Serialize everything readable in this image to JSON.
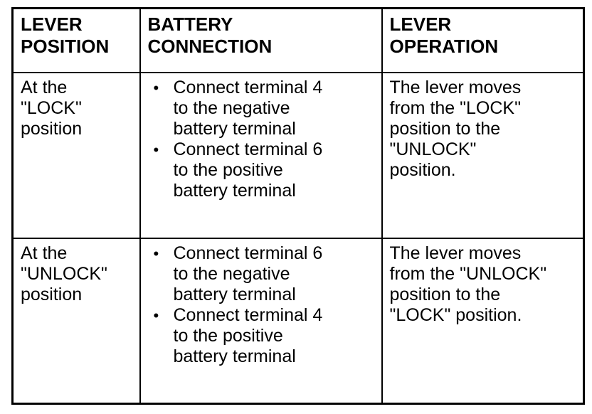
{
  "page": {
    "background_color": "#ffffff",
    "text_color": "#000000",
    "border_color": "#000000"
  },
  "table": {
    "bullet_glyph": "•",
    "headers": [
      {
        "label": "LEVER\nPOSITION"
      },
      {
        "label": "BATTERY\nCONNECTION"
      },
      {
        "label": "LEVER\nOPERATION"
      }
    ],
    "rows": [
      {
        "position": "At the\n\"LOCK\"\nposition",
        "connections": [
          "Connect terminal 4\nto the negative\nbattery terminal",
          "Connect terminal 6\nto the positive\nbattery terminal"
        ],
        "operation": "The lever moves\nfrom the \"LOCK\"\nposition to the\n\"UNLOCK\"\nposition."
      },
      {
        "position": "At the\n\"UNLOCK\"\nposition",
        "connections": [
          "Connect terminal 6\nto the negative\nbattery terminal",
          "Connect terminal 4\nto the positive\nbattery terminal"
        ],
        "operation": "The lever moves\nfrom the \"UNLOCK\"\nposition to the\n\"LOCK\" position."
      }
    ]
  }
}
